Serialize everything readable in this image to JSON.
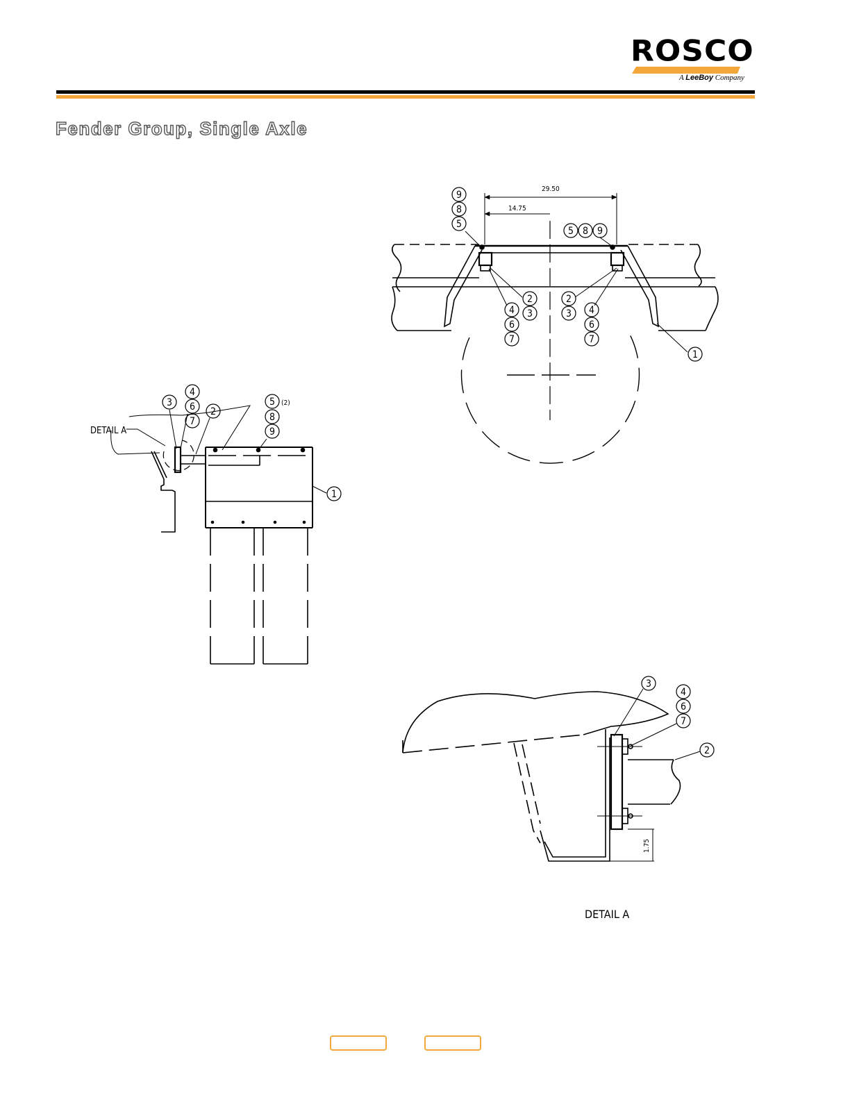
{
  "header": {
    "logo_text": "ROSCO",
    "logo_subtitle_prefix": "A",
    "logo_subtitle_brand": "LeeBoy",
    "logo_subtitle_suffix": "Company"
  },
  "page_title": "Fender Group, Single Axle",
  "drawing": {
    "dimension_overall": "29.50",
    "dimension_half": "14.75",
    "dimension_detail": "1.75",
    "detail_label": "DETAIL A",
    "detail_caption": "DETAIL A",
    "quantity_note": "(2)",
    "balloons": [
      "1",
      "2",
      "3",
      "4",
      "5",
      "6",
      "7",
      "8",
      "9"
    ]
  },
  "footer": {
    "prev_label": "",
    "next_label": ""
  },
  "colors": {
    "accent_orange": "#f3a73b",
    "rule_black": "#000000",
    "title_outline": "#555555"
  }
}
